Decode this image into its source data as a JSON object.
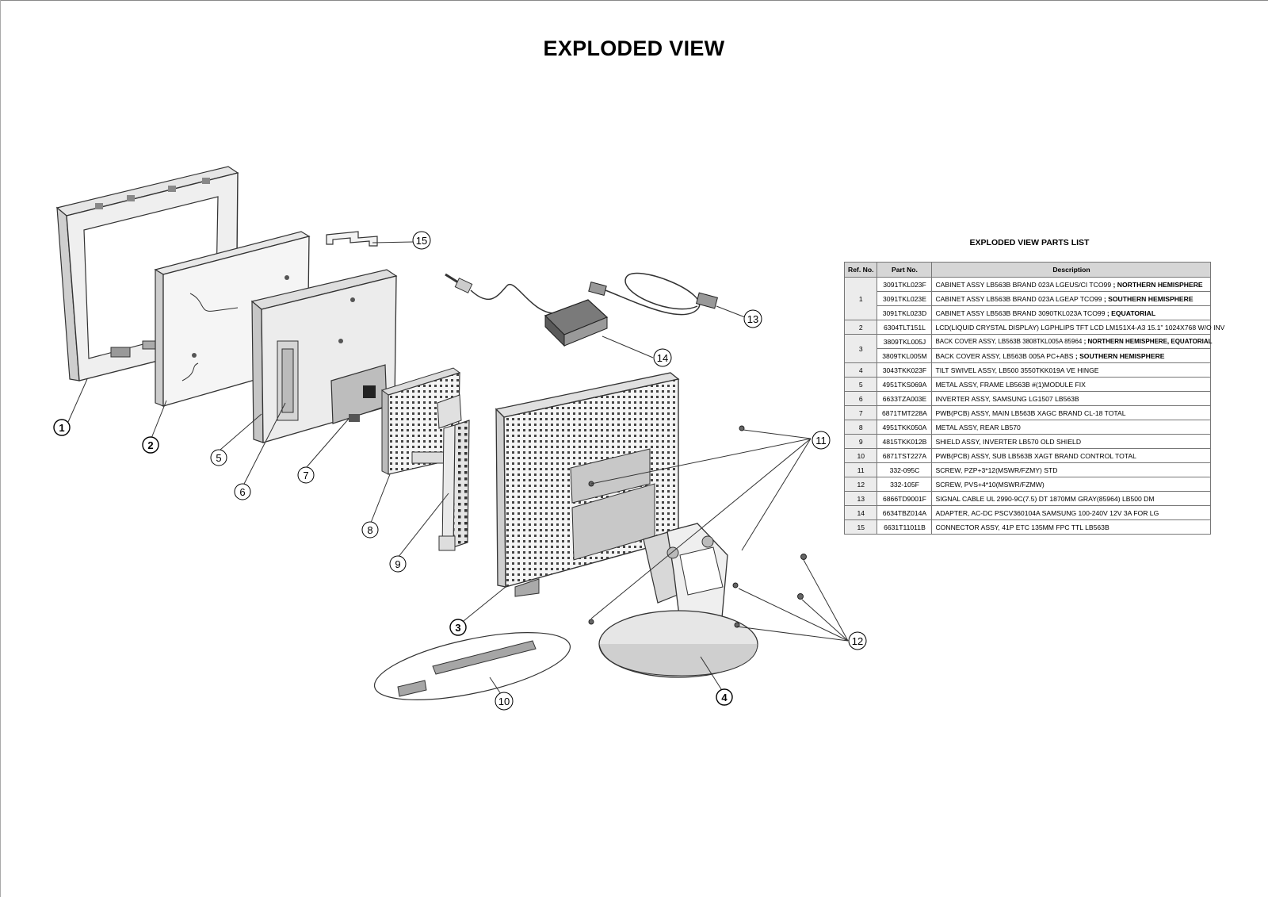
{
  "page": {
    "title": "EXPLODED VIEW"
  },
  "parts_list": {
    "title": "EXPLODED VIEW PARTS LIST",
    "columns": [
      "Ref. No.",
      "Part No.",
      "Description"
    ],
    "rows": [
      {
        "ref": "1",
        "part_no": "3091TKL023F",
        "desc": "CABINET ASSY LB563B BRAND 023A LGEUS/CI TCO99",
        "note": "; NORTHERN HEMISPHERE"
      },
      {
        "ref": "",
        "part_no": "3091TKL023E",
        "desc": "CABINET ASSY  LB563B BRAND 023A LGEAP TCO99",
        "note": "; SOUTHERN HEMISPHERE"
      },
      {
        "ref": "",
        "part_no": "3091TKL023D",
        "desc": "CABINET ASSY  LB563B BRAND 3090TKL023A TCO99",
        "note": "; EQUATORIAL"
      },
      {
        "ref": "2",
        "part_no": "6304TLT151L",
        "desc": "LCD(LIQUID CRYSTAL DISPLAY)  LGPHLIPS TFT LCD LM151X4-A3 15.1\" 1024X768 W/O INV",
        "note": ""
      },
      {
        "ref": "3",
        "part_no": "3809TKL005J",
        "desc": "BACK COVER ASSY, LB563B 3808TKL005A 85964",
        "note": "; NORTHERN HEMISPHERE, EQUATORIAL"
      },
      {
        "ref": "",
        "part_no": "3809TKL005M",
        "desc": "BACK COVER ASSY, LB563B 005A PC+ABS",
        "note": "; SOUTHERN HEMISPHERE"
      },
      {
        "ref": "4",
        "part_no": "3043TKK023F",
        "desc": "TILT SWIVEL ASSY, LB500 3550TKK019A VE HINGE",
        "note": ""
      },
      {
        "ref": "5",
        "part_no": "4951TKS069A",
        "desc": "METAL ASSY, FRAME LB563B    #(1)MODULE FIX",
        "note": ""
      },
      {
        "ref": "6",
        "part_no": "6633TZA003E",
        "desc": "INVERTER ASSY, SAMSUNG LG1507 LB563B",
        "note": ""
      },
      {
        "ref": "7",
        "part_no": "6871TMT228A",
        "desc": "PWB(PCB) ASSY, MAIN LB563B XAGC BRAND CL-18 TOTAL",
        "note": ""
      },
      {
        "ref": "8",
        "part_no": "4951TKK050A",
        "desc": "METAL ASSY, REAR LB570",
        "note": ""
      },
      {
        "ref": "9",
        "part_no": "4815TKK012B",
        "desc": "SHIELD ASSY, INVERTER LB570 OLD SHIELD",
        "note": ""
      },
      {
        "ref": "10",
        "part_no": "6871TST227A",
        "desc": "PWB(PCB) ASSY, SUB   LB563B XAGT BRAND CONTROL TOTAL",
        "note": ""
      },
      {
        "ref": "11",
        "part_no": "332-095C",
        "desc": "SCREW, PZP+3*12(MSWR/FZMY) STD",
        "note": ""
      },
      {
        "ref": "12",
        "part_no": "332-105F",
        "desc": "SCREW, PVS+4*10(MSWR/FZMW)",
        "note": ""
      },
      {
        "ref": "13",
        "part_no": "6866TD9001F",
        "desc": "SIGNAL CABLE UL 2990-9C(7.5) DT 1870MM GRAY(85964) LB500 DM",
        "note": ""
      },
      {
        "ref": "14",
        "part_no": "6634TBZ014A",
        "desc": "ADAPTER, AC-DC PSCV360104A SAMSUNG 100-240V 12V 3A FOR LG",
        "note": ""
      },
      {
        "ref": "15",
        "part_no": "6631T11011B",
        "desc": "CONNECTOR ASSY, 41P ETC 135MM FPC TTL LB563B",
        "note": ""
      }
    ]
  },
  "callouts": [
    "1",
    "2",
    "3",
    "4",
    "5",
    "6",
    "7",
    "8",
    "9",
    "10",
    "11",
    "12",
    "13",
    "14",
    "15"
  ]
}
